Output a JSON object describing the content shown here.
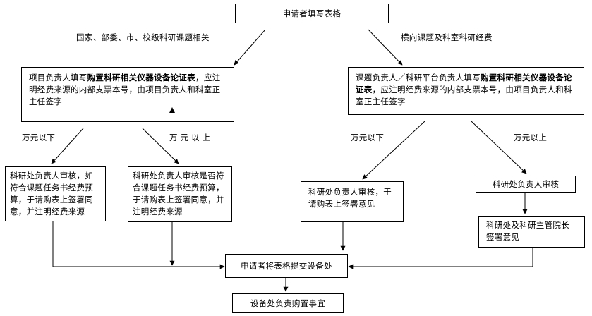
{
  "boxes": {
    "top": "申请者填写表格",
    "left_a": "项目负责人填写",
    "left_b": "购置科研相关仪器设备论证表",
    "left_c": "，应注明经费来源的内部支票本号，由项目负责人和科室正主任签字",
    "right_a": "课题负责人／科研平台负责人填写",
    "right_b": "购置科研相关仪器设备论证表",
    "right_c": "，应注明经费来源的内部支票本号，由项目负责人和科室正主任签字",
    "ll": "科研处负责人审核，如符合课题任务书经费预算，于请购表上签署同意，并注明经费来源",
    "lr": "科研处负责人审核是否符合课题任务书经费预算，于请购表上签署同意，并注明经费来源",
    "rl": "科研处负责人审核，于请购表上签署意见",
    "rr1": "科研处负责人审核",
    "rr2": "科研处及科研主管院长签署意见",
    "submit": "申请者将表格提交设备处",
    "final": "设备处负责购置事宜"
  },
  "labels": {
    "national": "国家、部委、市、校级科研课题相关",
    "horizontal": "横向课题及科室科研经费",
    "left_below": "万元以下",
    "left_above": "万元以上",
    "right_below": "万元以下",
    "right_above": "万元以上"
  }
}
